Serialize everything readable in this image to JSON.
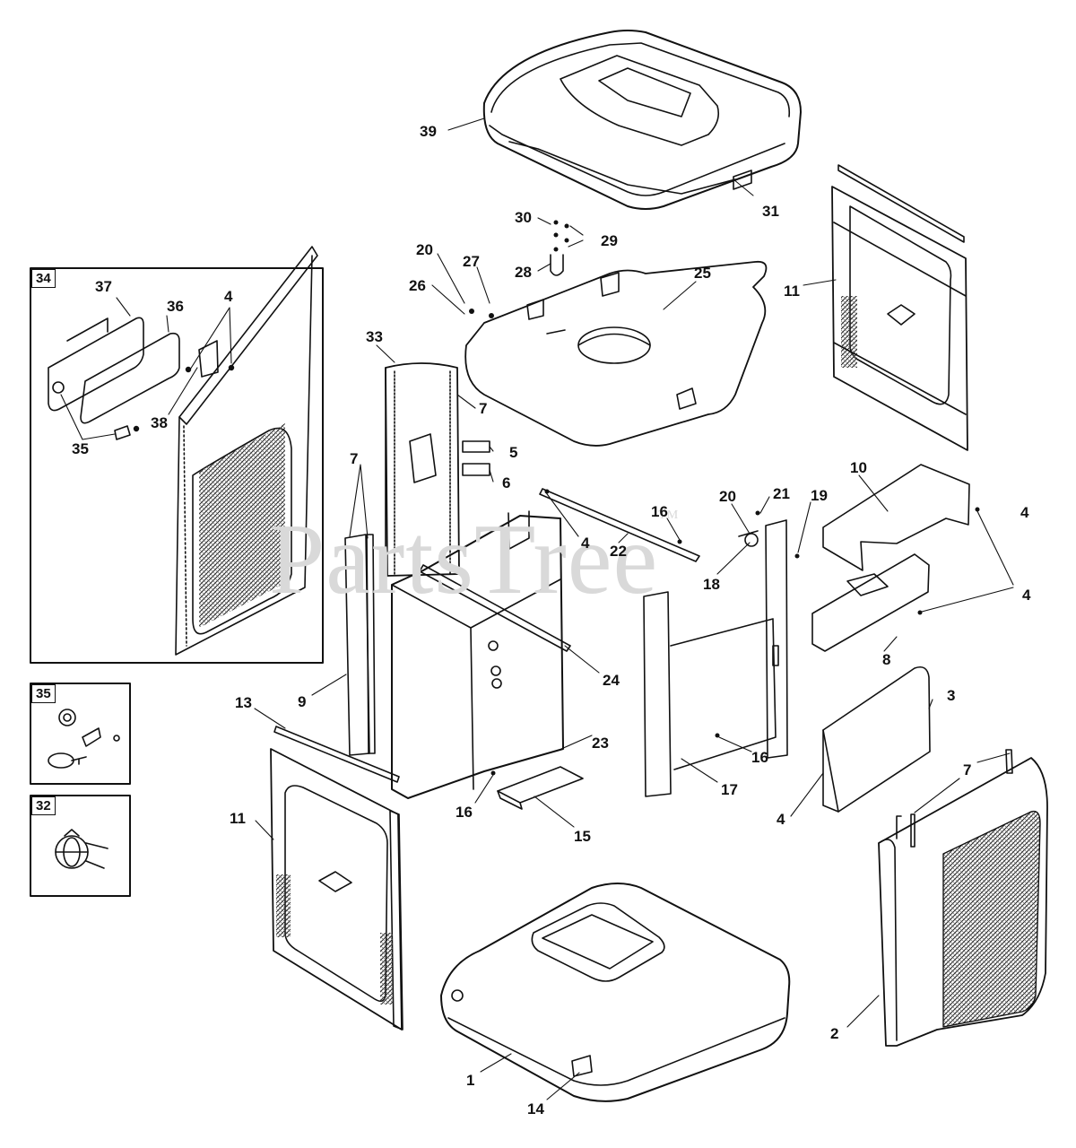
{
  "watermark": {
    "text": "PartsTree",
    "mark": "TM"
  },
  "insets": [
    {
      "id": "34",
      "label": "34"
    },
    {
      "id": "35",
      "label": "35"
    },
    {
      "id": "32",
      "label": "32"
    }
  ],
  "callouts": [
    {
      "id": "c39",
      "label": "39"
    },
    {
      "id": "c31",
      "label": "31"
    },
    {
      "id": "c30",
      "label": "30"
    },
    {
      "id": "c29",
      "label": "29"
    },
    {
      "id": "c28",
      "label": "28"
    },
    {
      "id": "c20a",
      "label": "20"
    },
    {
      "id": "c27",
      "label": "27"
    },
    {
      "id": "c26",
      "label": "26"
    },
    {
      "id": "c25",
      "label": "25"
    },
    {
      "id": "c11a",
      "label": "11"
    },
    {
      "id": "c37",
      "label": "37"
    },
    {
      "id": "c36",
      "label": "36"
    },
    {
      "id": "c4a",
      "label": "4"
    },
    {
      "id": "c38",
      "label": "38"
    },
    {
      "id": "c35",
      "label": "35"
    },
    {
      "id": "c33",
      "label": "33"
    },
    {
      "id": "c7a",
      "label": "7"
    },
    {
      "id": "c7b",
      "label": "7"
    },
    {
      "id": "c5",
      "label": "5"
    },
    {
      "id": "c6",
      "label": "6"
    },
    {
      "id": "c10",
      "label": "10"
    },
    {
      "id": "c20b",
      "label": "20"
    },
    {
      "id": "c21",
      "label": "21"
    },
    {
      "id": "c19",
      "label": "19"
    },
    {
      "id": "c16a",
      "label": "16"
    },
    {
      "id": "c4b",
      "label": "4"
    },
    {
      "id": "c4c",
      "label": "4"
    },
    {
      "id": "c22",
      "label": "22"
    },
    {
      "id": "c18",
      "label": "18"
    },
    {
      "id": "c4d",
      "label": "4"
    },
    {
      "id": "c8",
      "label": "8"
    },
    {
      "id": "c9",
      "label": "9"
    },
    {
      "id": "c24",
      "label": "24"
    },
    {
      "id": "c3",
      "label": "3"
    },
    {
      "id": "c13",
      "label": "13"
    },
    {
      "id": "c23",
      "label": "23"
    },
    {
      "id": "c16b",
      "label": "16"
    },
    {
      "id": "c7c",
      "label": "7"
    },
    {
      "id": "c16c",
      "label": "16"
    },
    {
      "id": "c17",
      "label": "17"
    },
    {
      "id": "c4e",
      "label": "4"
    },
    {
      "id": "c11b",
      "label": "11"
    },
    {
      "id": "c15",
      "label": "15"
    },
    {
      "id": "c2",
      "label": "2"
    },
    {
      "id": "c1",
      "label": "1"
    },
    {
      "id": "c14",
      "label": "14"
    }
  ]
}
